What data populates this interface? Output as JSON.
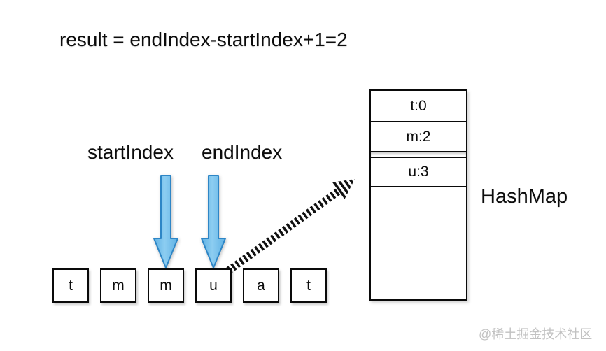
{
  "title": "result = endIndex-startIndex+1=2",
  "pointers": {
    "start_label": "startIndex",
    "end_label": "endIndex"
  },
  "hashmap": {
    "label": "HashMap",
    "entries": [
      "t:0",
      "m:2",
      "u:3"
    ]
  },
  "array": {
    "cells": [
      "t",
      "m",
      "m",
      "u",
      "a",
      "t"
    ]
  },
  "watermark": "@稀土掘金技术社区",
  "colors": {
    "arrow_fill": "#5fb1e4",
    "arrow_fill_light": "#8ccdf1",
    "arrow_stroke": "#2e86c6",
    "line": "#111111",
    "watermark": "#c2c2c2"
  }
}
